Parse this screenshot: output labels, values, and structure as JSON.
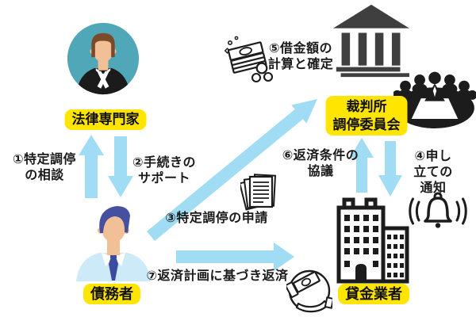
{
  "diagram": {
    "actors": {
      "lawyer": {
        "label": "法律専門家"
      },
      "debtor": {
        "label": "債務者"
      },
      "court": {
        "label": "裁判所\n調停委員会"
      },
      "lender": {
        "label": "貸金業者"
      }
    },
    "steps": {
      "s1": {
        "text": "①特定調停\nの相談"
      },
      "s2": {
        "text": "②手続きの\nサポート"
      },
      "s3": {
        "text": "③特定調停の申請"
      },
      "s4": {
        "text": "④申し立ての\n通知"
      },
      "s5": {
        "text": "⑤借金額の\n計算と確定"
      },
      "s6": {
        "text": "⑥返済条件の\n協議"
      },
      "s7": {
        "text": "⑦返済計画に基づき返済"
      }
    },
    "icons": [
      "lawyer-avatar",
      "debtor-avatar",
      "courthouse-icon",
      "mediation-committee-icon",
      "office-buildings-icon",
      "money-bills-icon",
      "application-documents-icon",
      "notification-bell-icon",
      "money-handover-icon"
    ],
    "colors": {
      "arrow": "#A0DCF3",
      "label_bg": "#FFE500",
      "label_text": "#111111",
      "text": "#1A1A1A",
      "icon_black": "#1C1C1C",
      "courthouse_gray": "#3F3F3F",
      "avatar_circle": "#4FA7B7",
      "skin": "#F2C096",
      "lawyer_hair": "#7B4A2B",
      "lawyer_robe": "#1B1B1B",
      "debtor_hair": "#4650A0",
      "debtor_shirt": "#CDEAF9",
      "debtor_tie": "#3C4AA0",
      "background": "#FFFFFF"
    }
  }
}
